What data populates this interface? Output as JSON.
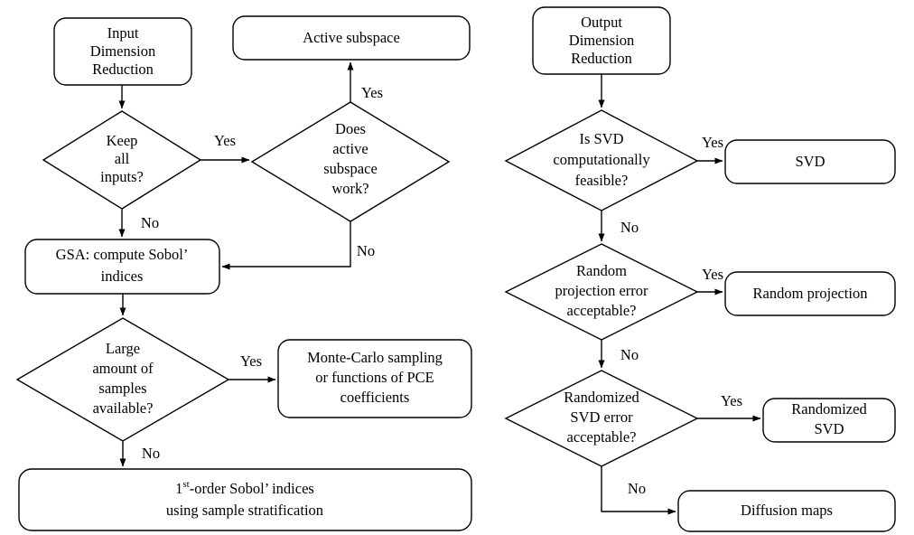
{
  "diagram": {
    "title": "Dimension reduction decision flowchart",
    "background_color": "#ffffff",
    "line_color": "#000000",
    "text_color": "#000000",
    "left_branch": {
      "start_label_line1": "Input",
      "start_label_line2": "Dimension",
      "start_label_line3": "Reduction",
      "active_subspace_label": "Active subspace",
      "keep_all_inputs_line1": "Keep",
      "keep_all_inputs_line2": "all",
      "keep_all_inputs_line3": "inputs?",
      "does_active_subspace_line1": "Does",
      "does_active_subspace_line2": "active",
      "does_active_subspace_line3": "subspace",
      "does_active_subspace_line4": "work?",
      "gsa_line1": "GSA: compute Sobol’",
      "gsa_line2": "indices",
      "large_samples_line1": "Large",
      "large_samples_line2": "amount of",
      "large_samples_line3": "samples",
      "large_samples_line4": "available?",
      "monte_carlo_line1": "Monte-Carlo sampling",
      "monte_carlo_line2": "or functions of PCE",
      "monte_carlo_line3": "coefficients",
      "first_order_prefix": "1",
      "first_order_superscript": "st",
      "first_order_rest": "-order Sobol’ indices",
      "first_order_line2": "using sample stratification"
    },
    "right_branch": {
      "start_label_line1": "Output",
      "start_label_line2": "Dimension",
      "start_label_line3": "Reduction",
      "is_svd_line1": "Is SVD",
      "is_svd_line2": "computationally",
      "is_svd_line3": "feasible?",
      "svd_label": "SVD",
      "random_projection_q_line1": "Random",
      "random_projection_q_line2": "projection error",
      "random_projection_q_line3": "acceptable?",
      "random_projection_label": "Random projection",
      "randomized_svd_q_line1": "Randomized",
      "randomized_svd_q_line2": "SVD error",
      "randomized_svd_q_line3": "acceptable?",
      "randomized_svd_line1": "Randomized",
      "randomized_svd_line2": "SVD",
      "diffusion_maps_label": "Diffusion maps"
    },
    "edge_labels": {
      "keep_all_yes": "Yes",
      "keep_all_no": "No",
      "active_subspace_yes": "Yes",
      "active_subspace_no": "No",
      "large_samples_yes": "Yes",
      "large_samples_no": "No",
      "is_svd_yes": "Yes",
      "is_svd_no": "No",
      "random_projection_yes": "Yes",
      "random_projection_no": "No",
      "randomized_svd_yes": "Yes",
      "randomized_svd_no": "No"
    }
  }
}
